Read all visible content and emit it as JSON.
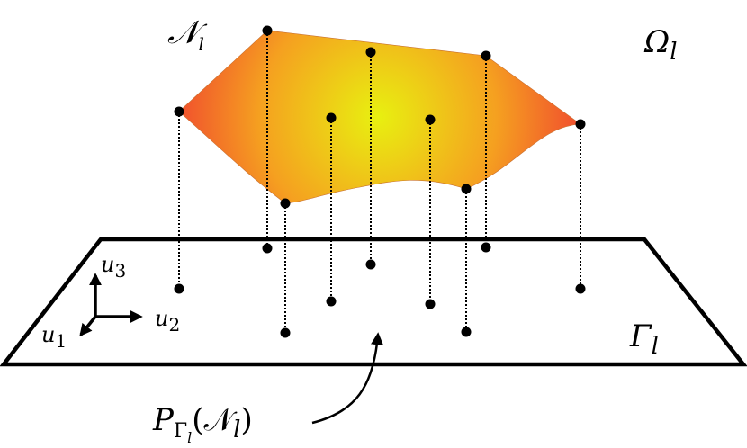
{
  "labels": {
    "manifold": "𝒩",
    "manifold_sub": "l",
    "omega": "Ω",
    "omega_sub": "l",
    "gamma": "Γ",
    "gamma_sub": "l",
    "projection": "P",
    "projection_sub": "Γ",
    "projection_subsub": "l",
    "projection_arg_open": "(𝒩",
    "projection_arg_sub": "l",
    "projection_arg_close": ")",
    "u1": "u",
    "u1_sub": "1",
    "u2": "u",
    "u2_sub": "2",
    "u3": "u",
    "u3_sub": "3"
  },
  "colors": {
    "surface_center": "#e8f010",
    "surface_mid": "#f5a020",
    "surface_edge": "#f04030",
    "lines": "#000000"
  },
  "point_count": 9
}
